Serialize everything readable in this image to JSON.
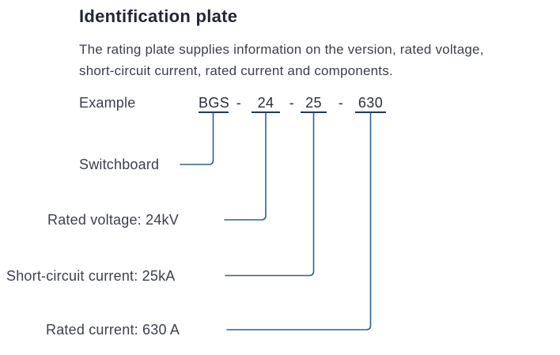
{
  "page": {
    "title": "Identification plate",
    "description_lines": [
      "The rating plate supplies information on the version, rated voltage,",
      "short-circuit current, rated current and components."
    ]
  },
  "example": {
    "label": "Example",
    "separator": "-",
    "segments": [
      {
        "code": "BGS",
        "label": "Switchboard"
      },
      {
        "code": "24",
        "label": "Rated voltage: 24kV"
      },
      {
        "code": "25",
        "label": "Short-circuit current: 25kA"
      },
      {
        "code": "630",
        "label": "Rated current: 630 A"
      }
    ]
  },
  "colors": {
    "title_text": "#232735",
    "body_text": "#3d414d",
    "code_text": "#2b2f3c",
    "underline": "#1c3b60",
    "connector_line": "#2e6093"
  }
}
